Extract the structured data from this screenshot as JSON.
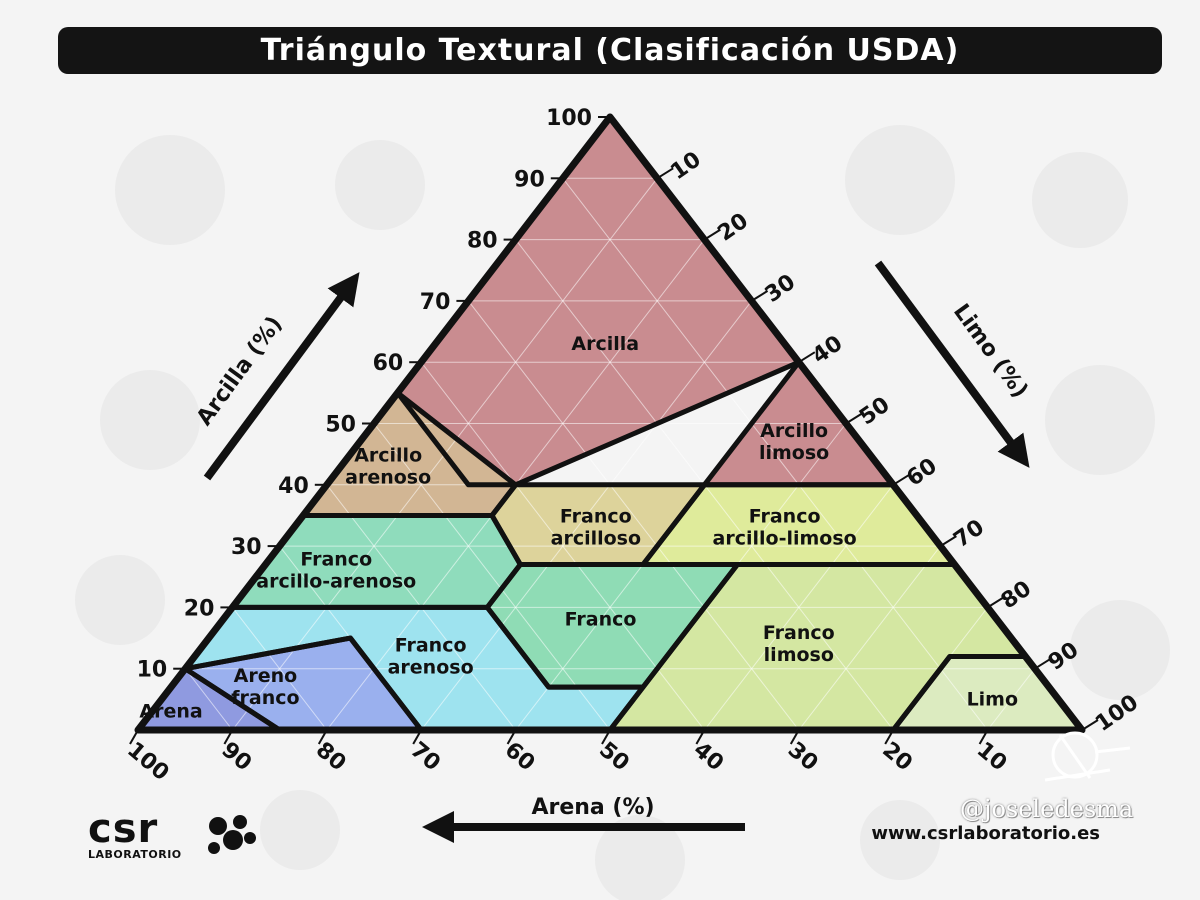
{
  "title": "Triángulo Textural (Clasificación USDA)",
  "axes": {
    "clay": {
      "title": "Arcilla (%)",
      "ticks": [
        "10",
        "20",
        "30",
        "40",
        "50",
        "60",
        "70",
        "80",
        "90",
        "100"
      ]
    },
    "silt": {
      "title": "Limo (%)",
      "ticks": [
        "10",
        "20",
        "30",
        "40",
        "50",
        "60",
        "70",
        "80",
        "90",
        "100"
      ]
    },
    "sand": {
      "title": "Arena (%)",
      "ticks": [
        "100",
        "90",
        "80",
        "70",
        "60",
        "50",
        "40",
        "30",
        "20",
        "10"
      ]
    }
  },
  "regions": [
    {
      "key": "arcilla",
      "lines": [
        "Arcilla"
      ],
      "color": "#c98c90"
    },
    {
      "key": "arcillo_limoso",
      "lines": [
        "Arcillo",
        "limoso"
      ],
      "color": "#c98c90"
    },
    {
      "key": "arcillo_arenoso",
      "lines": [
        "Arcillo",
        "arenoso"
      ],
      "color": "#d2b694"
    },
    {
      "key": "franco_arcilloso",
      "lines": [
        "Franco",
        "arcilloso"
      ],
      "color": "#ddd39b"
    },
    {
      "key": "franco_arcillo_limoso",
      "lines": [
        "Franco",
        "arcillo-limoso"
      ],
      "color": "#dfeb9b"
    },
    {
      "key": "franco_arcillo_arenoso",
      "lines": [
        "Franco",
        "arcillo-arenoso"
      ],
      "color": "#8fdcbc"
    },
    {
      "key": "franco",
      "lines": [
        "Franco"
      ],
      "color": "#8fdcb5"
    },
    {
      "key": "franco_limoso",
      "lines": [
        "Franco",
        "limoso"
      ],
      "color": "#d4e7a2"
    },
    {
      "key": "limo",
      "lines": [
        "Limo"
      ],
      "color": "#dcebc0"
    },
    {
      "key": "franco_arenoso",
      "lines": [
        "Franco",
        "arenoso"
      ],
      "color": "#9ee3ef"
    },
    {
      "key": "areno_franco",
      "lines": [
        "Areno",
        "franco"
      ],
      "color": "#9ab0ee"
    },
    {
      "key": "arena",
      "lines": [
        "Arena"
      ],
      "color": "#8f9ae0"
    }
  ],
  "logo": {
    "brand": "csr",
    "sub": "LABORATORIO"
  },
  "website": "www.csrlaboratorio.es",
  "credit": "@joseledesma"
}
